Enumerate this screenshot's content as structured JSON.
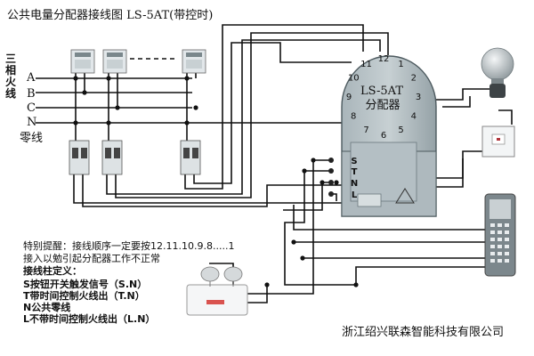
{
  "title": "公共电量分配器接线图  LS-5AT(带控时)",
  "phase_label": "三相火线",
  "phase_lines": [
    "A",
    "B",
    "C",
    "N"
  ],
  "neutral_label": "零线",
  "distributor": {
    "model": "LS-5AT",
    "name": "分配器",
    "dial": [
      "12",
      "1",
      "2",
      "3",
      "4",
      "5",
      "6",
      "7",
      "8",
      "9",
      "10",
      "11"
    ],
    "terminals": [
      "S",
      "T",
      "N",
      "L"
    ]
  },
  "notes": {
    "line1": "特别提醒：接线顺序一定要按12.11.10.9.8.....1",
    "line2": "接入以勉引起分配器工作不正常"
  },
  "definitions": {
    "title": "接线柱定义：",
    "items": [
      "S按钮开关触发信号（S.N）",
      "T带时间控制火线出（T.N）",
      "N公共零线",
      "L不带时间控制火线出（L.N）"
    ]
  },
  "company": "浙江绍兴联森智能科技有限公司",
  "colors": {
    "wire": "#111111",
    "device_body": "#b9c4c8",
    "device_shadow": "#8f9ba0",
    "meter": "#dfe5e8"
  }
}
